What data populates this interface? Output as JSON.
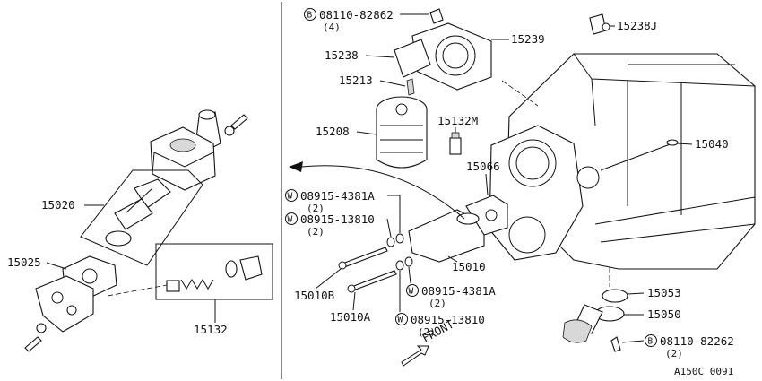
{
  "diagram": {
    "ref_code": "A150C 0091",
    "direction_label": "FRONT",
    "circle_b": "B",
    "circle_w": "W",
    "parts": {
      "p15238J": "15238J",
      "p15239": "15239",
      "p15238": "15238",
      "p15213": "15213",
      "p15208": "15208",
      "p15132M": "15132M",
      "p15066": "15066",
      "p15040": "15040",
      "p15020": "15020",
      "p15025": "15025",
      "p15132": "15132",
      "p15010": "15010",
      "p15010B": "15010B",
      "p15010A": "15010A",
      "p15053": "15053",
      "p15050": "15050"
    },
    "fasteners": {
      "bolt_top": "08110-82862",
      "bolt_top_qty": "(4)",
      "washer_a1": "08915-4381A",
      "washer_a1_qty": "(2)",
      "washer_b1": "08915-13810",
      "washer_b1_qty": "(2)",
      "washer_a2": "08915-4381A",
      "washer_a2_qty": "(2)",
      "washer_b2": "08915-13810",
      "washer_b2_qty": "(2)",
      "bolt_bottom": "08110-82262",
      "bolt_bottom_qty": "(2)"
    }
  }
}
